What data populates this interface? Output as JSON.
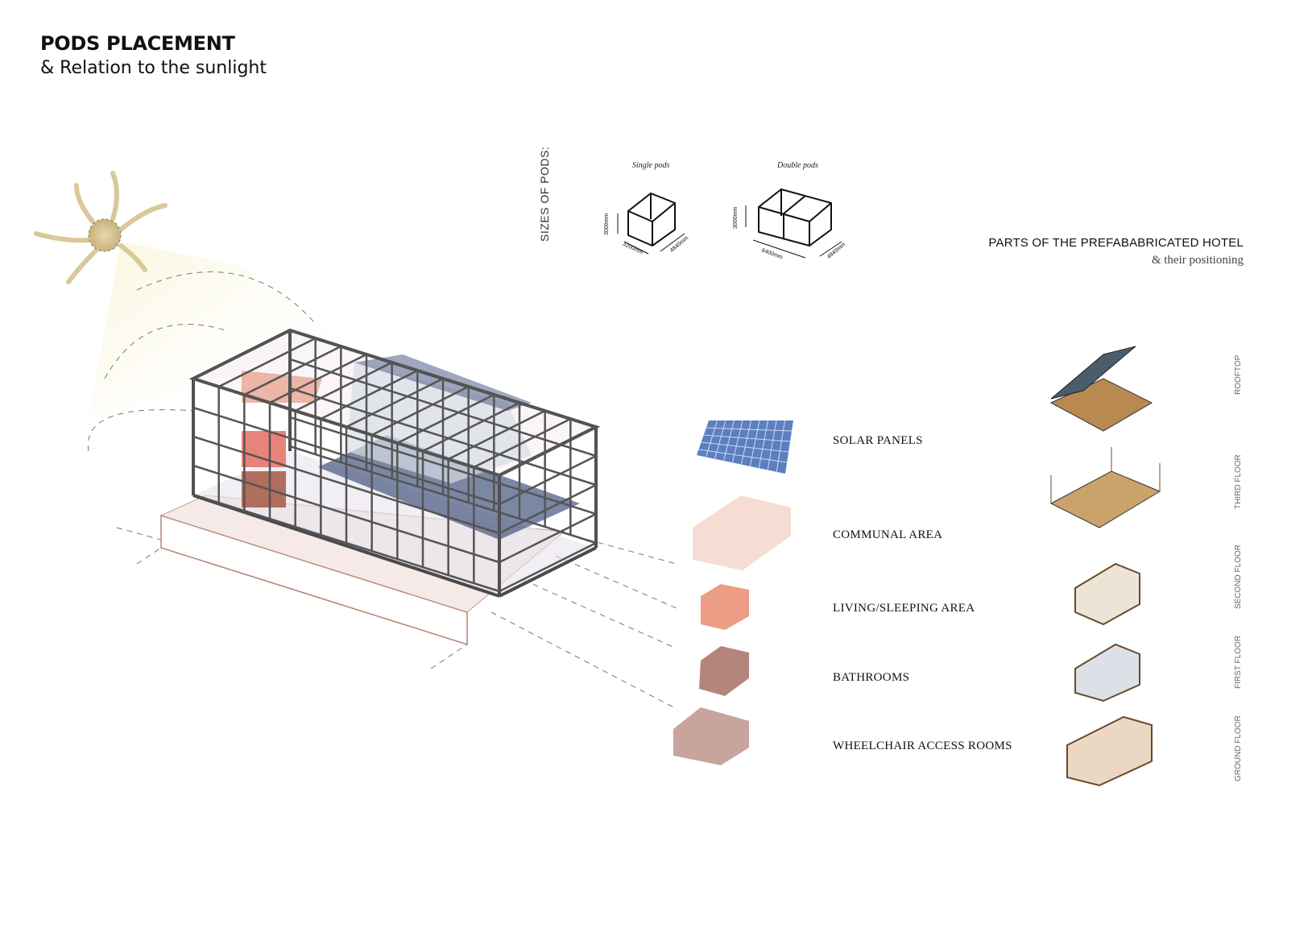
{
  "header": {
    "title": "PODS PLACEMENT",
    "subtitle": "& Relation to the sunlight"
  },
  "pod_sizes": {
    "label": "SIZES OF PODS:",
    "single": {
      "label": "Single pods",
      "height": "3000mm",
      "length": "3200mm",
      "depth": "4840mm"
    },
    "double": {
      "label": "Double pods",
      "height": "3000mm",
      "length": "6400mm",
      "depth": "4840mm"
    }
  },
  "parts": {
    "title": "PARTS OF THE PREFABABRICATED HOTEL",
    "subtitle": "& their positioning"
  },
  "legend": [
    {
      "label": "SOLAR PANELS",
      "color": "#5b7fbf"
    },
    {
      "label": "COMMUNAL AREA",
      "color": "#f6ddd3"
    },
    {
      "label": "LIVING/SLEEPING AREA",
      "color": "#ec9d86"
    },
    {
      "label": "BATHROOMS",
      "color": "#b4857a"
    },
    {
      "label": "WHEELCHAIR ACCESS ROOMS",
      "color": "#c9a49c"
    }
  ],
  "floors": [
    "ROOFTOP",
    "THIRD FLOOR",
    "SECOND FLOOR",
    "FIRST FLOOR",
    "GROUND FLOOR"
  ]
}
